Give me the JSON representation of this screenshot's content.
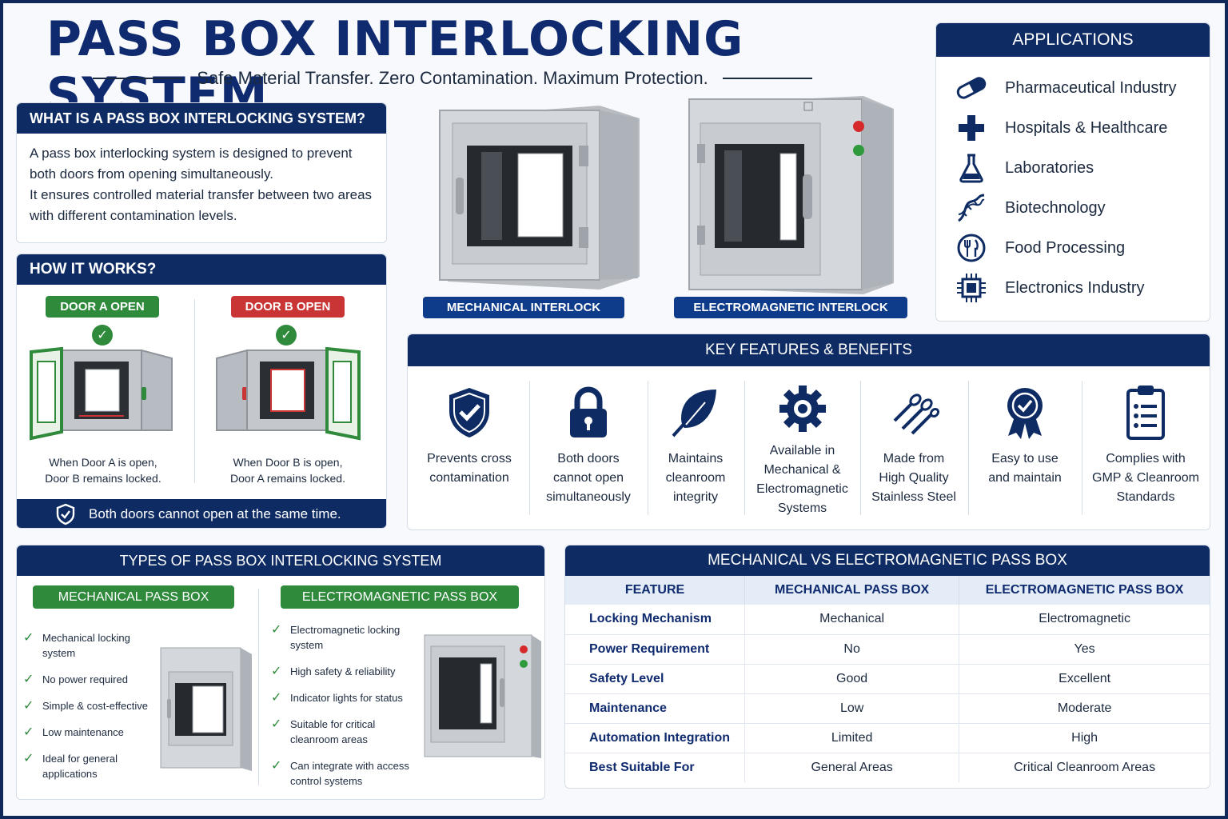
{
  "header": {
    "title": "PASS BOX INTERLOCKING SYSTEM",
    "subtitle": "Safe Material Transfer. Zero Contamination. Maximum Protection."
  },
  "what_is": {
    "heading": "WHAT IS A PASS BOX INTERLOCKING SYSTEM?",
    "lines": [
      "A pass box interlocking system is designed to prevent",
      "both doors from opening simultaneously.",
      "It ensures controlled material transfer between two areas",
      "with different contamination levels."
    ]
  },
  "how_it_works": {
    "heading": "HOW IT WORKS?",
    "door_a": {
      "label": "DOOR A OPEN",
      "caption_1": "When Door A is open,",
      "caption_2": "Door B remains locked."
    },
    "door_b": {
      "label": "DOOR B OPEN",
      "caption_1": "When Door B is open,",
      "caption_2": "Door A remains locked."
    },
    "footer": "Both doors cannot open at the same time."
  },
  "products": {
    "mechanical_label": "MECHANICAL INTERLOCK",
    "electromagnetic_label": "ELECTROMAGNETIC INTERLOCK"
  },
  "applications": {
    "heading": "APPLICATIONS",
    "items": [
      {
        "label": "Pharmaceutical Industry",
        "icon": "capsule-icon"
      },
      {
        "label": "Hospitals & Healthcare",
        "icon": "medical-cross-icon"
      },
      {
        "label": "Laboratories",
        "icon": "flask-icon"
      },
      {
        "label": "Biotechnology",
        "icon": "dna-icon"
      },
      {
        "label": "Food Processing",
        "icon": "fork-knife-icon"
      },
      {
        "label": "Electronics Industry",
        "icon": "chip-icon"
      }
    ]
  },
  "features": {
    "heading": "KEY FEATURES & BENEFITS",
    "items": [
      {
        "icon": "shield-check-icon",
        "lines": [
          "Prevents cross",
          "contamination"
        ]
      },
      {
        "icon": "padlock-icon",
        "lines": [
          "Both doors",
          "cannot open",
          "simultaneously"
        ]
      },
      {
        "icon": "leaf-icon",
        "lines": [
          "Maintains",
          "cleanroom",
          "integrity"
        ]
      },
      {
        "icon": "gear-icon",
        "lines": [
          "Available in",
          "Mechanical &",
          "Electromagnetic",
          "Systems"
        ]
      },
      {
        "icon": "steel-pipes-icon",
        "lines": [
          "Made from",
          "High Quality",
          "Stainless Steel"
        ]
      },
      {
        "icon": "award-badge-icon",
        "lines": [
          "Easy to use",
          "and maintain"
        ]
      },
      {
        "icon": "clipboard-icon",
        "lines": [
          "Complies with",
          "GMP & Cleanroom",
          "Standards"
        ]
      }
    ]
  },
  "types": {
    "heading": "TYPES OF PASS BOX INTERLOCKING SYSTEM",
    "mechanical": {
      "label": "MECHANICAL PASS BOX",
      "items": [
        [
          "Mechanical locking system"
        ],
        [
          "No power required"
        ],
        [
          "Simple & cost-effective"
        ],
        [
          "Low maintenance"
        ],
        [
          "Ideal for general",
          "applications"
        ]
      ]
    },
    "electromagnetic": {
      "label": "ELECTROMAGNETIC PASS BOX",
      "items": [
        [
          "Electromagnetic locking",
          "system"
        ],
        [
          "High safety & reliability"
        ],
        [
          "Indicator lights for status"
        ],
        [
          "Suitable for critical",
          "cleanroom areas"
        ],
        [
          "Can integrate with access",
          "control systems"
        ]
      ]
    }
  },
  "comparison": {
    "heading": "MECHANICAL VS ELECTROMAGNETIC PASS BOX",
    "columns": [
      "FEATURE",
      "MECHANICAL PASS BOX",
      "ELECTROMAGNETIC PASS BOX"
    ],
    "rows": [
      [
        "Locking Mechanism",
        "Mechanical",
        "Electromagnetic"
      ],
      [
        "Power Requirement",
        "No",
        "Yes"
      ],
      [
        "Safety Level",
        "Good",
        "Excellent"
      ],
      [
        "Maintenance",
        "Low",
        "Moderate"
      ],
      [
        "Automation Integration",
        "Limited",
        "High"
      ],
      [
        "Best Suitable For",
        "General Areas",
        "Critical Cleanroom Areas"
      ]
    ]
  },
  "colors": {
    "navy": "#0e2c63",
    "green": "#2f8a3c",
    "red": "#c93434",
    "steel": "#c4c8cd"
  }
}
